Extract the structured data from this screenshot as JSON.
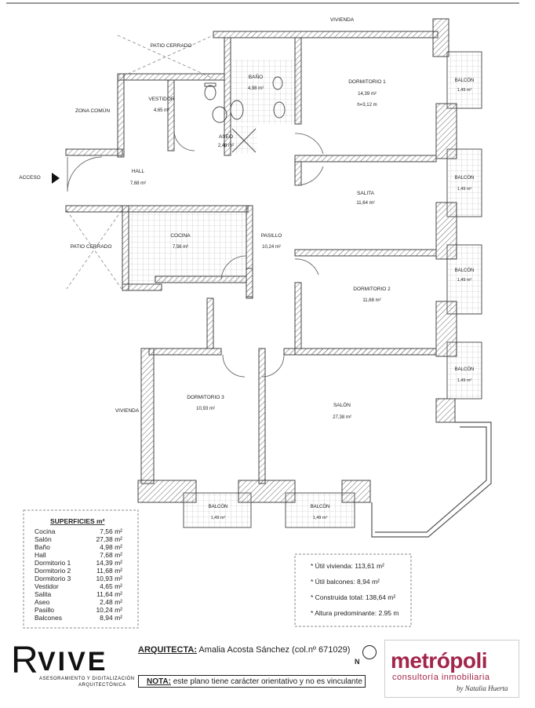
{
  "rooms": [
    {
      "key": "dorm1",
      "name": "DORMITORIO 1",
      "area": "14,39 m²",
      "extra": "h=3,12 m"
    },
    {
      "key": "bano",
      "name": "BAÑO",
      "area": "4,98 m²"
    },
    {
      "key": "vestidor",
      "name": "VESTIDOR",
      "area": "4,65 m²"
    },
    {
      "key": "aseo",
      "name": "ASEO",
      "area": "2,48 m²"
    },
    {
      "key": "hall",
      "name": "HALL",
      "area": "7,68 m²"
    },
    {
      "key": "cocina",
      "name": "COCINA",
      "area": "7,56 m²"
    },
    {
      "key": "pasillo",
      "name": "PASILLO",
      "area": "10,24 m²"
    },
    {
      "key": "salita",
      "name": "SALITA",
      "area": "11,64 m²"
    },
    {
      "key": "dorm2",
      "name": "DORMITORIO 2",
      "area": "11,68 m²"
    },
    {
      "key": "dorm3",
      "name": "DORMITORIO 3",
      "area": "10,93 m²"
    },
    {
      "key": "salon",
      "name": "SALÓN",
      "area": "27,38 m²"
    }
  ],
  "balconies": [
    {
      "name": "BALCÓN",
      "area": "1,49 m²"
    },
    {
      "name": "BALCÓN",
      "area": "1,49 m²"
    },
    {
      "name": "BALCÓN",
      "area": "1,49 m²"
    },
    {
      "name": "BALCÓN",
      "area": "1,49 m²"
    },
    {
      "name": "BALCÓN",
      "area": "1,49 m²"
    },
    {
      "name": "BALCÓN",
      "area": "1,49 m²"
    }
  ],
  "context_labels": {
    "vivienda_top": "VIVIENDA",
    "vivienda_left": "VIVIENDA",
    "patio_top": "PATIO CERRADO",
    "patio_left": "PATIO CERRADO",
    "zona_comun": "ZONA COMÚN",
    "acceso": "ACCESO"
  },
  "superficies": {
    "title": "SUPERFICIES m²",
    "rows": [
      {
        "name": "Cocina",
        "value": "7,56 m²"
      },
      {
        "name": "Salón",
        "value": "27,38 m²"
      },
      {
        "name": "Baño",
        "value": "4,98 m²"
      },
      {
        "name": "Hall",
        "value": "7,68 m²"
      },
      {
        "name": "Dormitorio 1",
        "value": "14,39 m²"
      },
      {
        "name": "Dormitorio 2",
        "value": "11,68 m²"
      },
      {
        "name": "Dormitorio 3",
        "value": "10,93 m²"
      },
      {
        "name": "Vestidor",
        "value": "4,65 m²"
      },
      {
        "name": "Salita",
        "value": "11,64 m²"
      },
      {
        "name": "Aseo",
        "value": "2,48 m²"
      },
      {
        "name": "Pasillo",
        "value": "10,24 m²"
      },
      {
        "name": "Balcones",
        "value": "8,94 m²"
      }
    ]
  },
  "summary": [
    "* Útil vivienda: 113,61 m²",
    "* Útil balcones: 8,94 m²",
    "* Construida total: 138,64 m²",
    "* Altura predominante: 2.95 m"
  ],
  "footer": {
    "brand_r": "R",
    "brand_vive": "VIVE",
    "brand_sub1": "Asesoramiento y digitalización",
    "brand_sub2": "arquitectónica",
    "arq_label": "ARQUITECTA:",
    "arq_value": " Amalia Acosta Sánchez (col.nº 671029)",
    "nota_label": "NOTA:",
    "nota_value": " este plano tiene carácter orientativo y no es vinculante",
    "north": "N",
    "metro_name": "metrópoli",
    "metro_sub": "consultoría inmobiliaria",
    "metro_sig": "by Natalia Huerta"
  },
  "colors": {
    "wall": "#555555",
    "metro": "#a2264a",
    "tile": "#cccccc"
  }
}
